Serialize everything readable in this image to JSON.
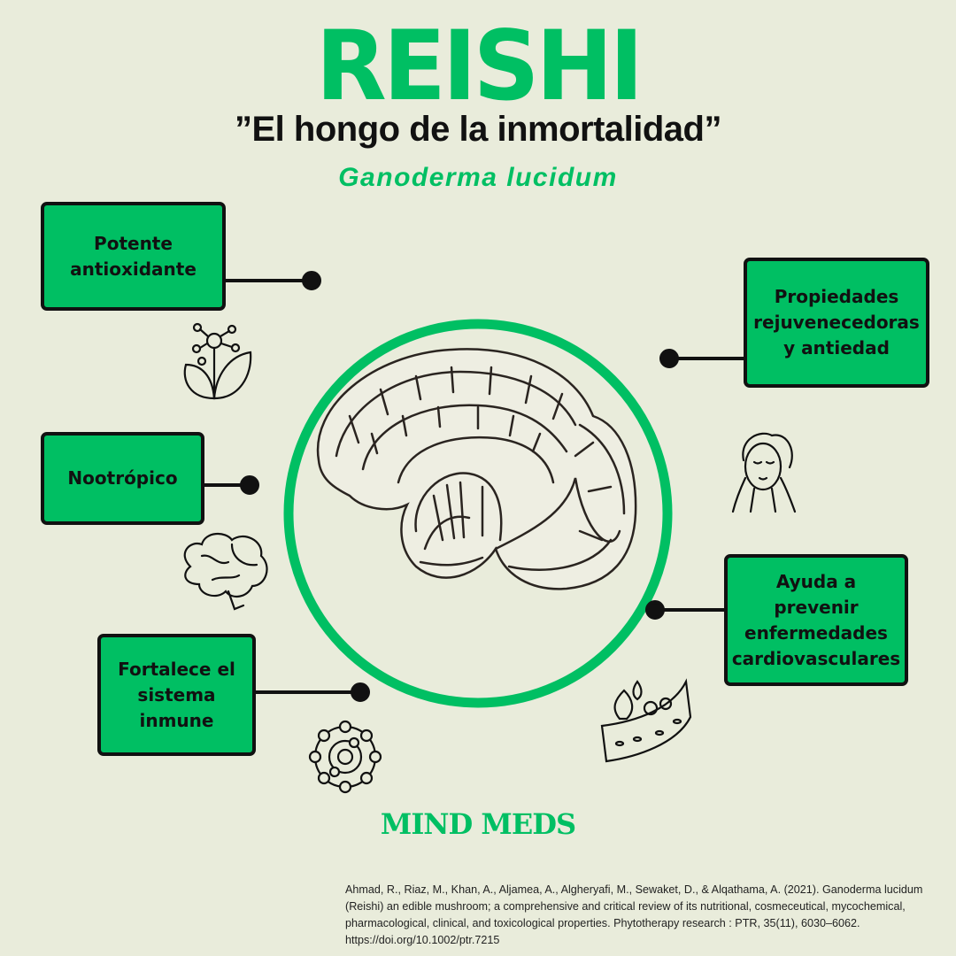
{
  "header": {
    "title": "REISHI",
    "subtitle": "”El hongo de la inmortalidad”",
    "scientific_name": "Ganoderma lucidum"
  },
  "benefits": [
    {
      "label": "Potente\nantioxidante",
      "icon": "antioxidant-leaf-molecule-icon"
    },
    {
      "label": "Nootrópico",
      "icon": "brain-icon"
    },
    {
      "label": "Fortalece el\nsistema\ninmune",
      "icon": "immune-cell-icon"
    },
    {
      "label": "Propiedades\nrejuvenecedoras\ny antiedad",
      "icon": "face-skin-icon"
    },
    {
      "label": "Ayuda a\nprevenir\nenfermedades\ncardiovasculares",
      "icon": "blood-vessel-icon"
    }
  ],
  "brand": "MIND MEDS",
  "citation": "Ahmad, R., Riaz, M., Khan, A., Aljamea, A., Algheryafi, M., Sewaket, D., & Alqathama, A. (2021). Ganoderma lucidum (Reishi) an edible mushroom; a comprehensive and critical review of its nutritional, cosmeceutical, mycochemical, pharmacological, clinical, and toxicological properties. Phytotherapy research : PTR, 35(11), 6030–6062. https://doi.org/10.1002/ptr.7215",
  "colors": {
    "accent": "#00BF63",
    "background": "#E9ECDB",
    "ink": "#111111"
  }
}
